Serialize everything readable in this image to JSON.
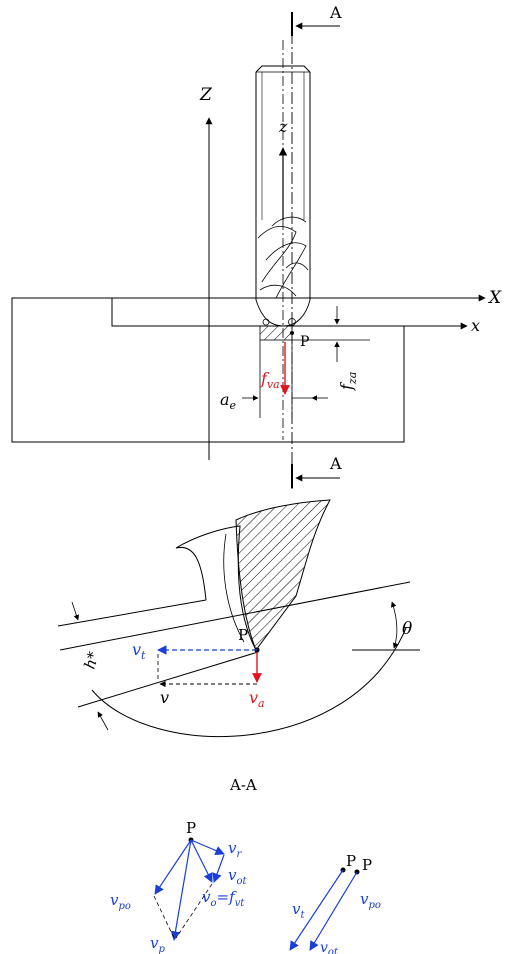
{
  "colors": {
    "line": "#000000",
    "red": "#e0141e",
    "blue": "#1a3fd6"
  },
  "top_view": {
    "section_label_top": "A",
    "section_label_bottom": "A",
    "axis_Z": "Z",
    "axis_z": "z",
    "axis_X": "X",
    "axis_x": "x",
    "point": "P",
    "f_va": {
      "main": "f",
      "sub": "va"
    },
    "f_za": {
      "main": "f",
      "sub": "za"
    },
    "a_e": {
      "main": "a",
      "sub": "e"
    }
  },
  "section_view": {
    "title": "A-A",
    "point": "P",
    "theta": "θ",
    "h_star": "h*",
    "v_t": {
      "main": "v",
      "sub": "t"
    },
    "v": "v",
    "v_a": {
      "main": "v",
      "sub": "a"
    }
  },
  "vector_left": {
    "point": "P",
    "v_r": {
      "main": "v",
      "sub": "r"
    },
    "v_ot": {
      "main": "v",
      "sub": "ot"
    },
    "v_o_eq": {
      "main": "v",
      "sub1": "o",
      "mid": "=f",
      "sub2": "vt"
    },
    "v_po": {
      "main": "v",
      "sub": "po"
    },
    "v_p": {
      "main": "v",
      "sub": "p"
    }
  },
  "vector_right": {
    "point_1": "P",
    "point_2": "P",
    "v_t": {
      "main": "v",
      "sub": "t"
    },
    "v_po": {
      "main": "v",
      "sub": "po"
    },
    "v_ot": {
      "main": "v",
      "sub": "ot"
    }
  }
}
